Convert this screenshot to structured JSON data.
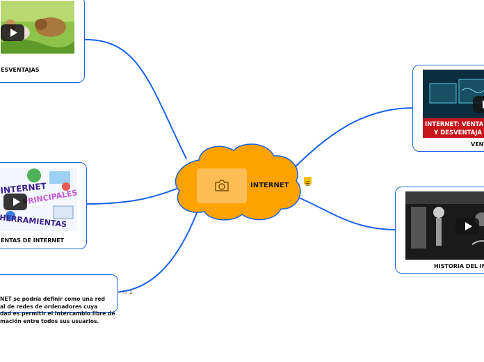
{
  "central": {
    "title": "INTERNET",
    "image_icon": "camera-icon",
    "note_icon": "list-note-icon",
    "fill": "#ffa200",
    "stroke": "#1a63e8"
  },
  "topics": {
    "top_left": {
      "label": "ESVENTAJAS",
      "icon": "play-icon"
    },
    "mid_left": {
      "label": "ENTAS DE INTERNET",
      "icon": "play-icon",
      "thumb_text": [
        "INTERNET",
        "PRINCIPALES",
        "HERRAMIENTAS"
      ]
    },
    "bottom_left": {
      "text_lines": [
        "NET se podría definir como una red",
        "al de redes de ordenadores cuya",
        "dad es permitir el intercambio libre de",
        "mación entre todos sus usuarios."
      ],
      "comment_icon": "comment-icon",
      "comment_count": "1"
    },
    "right_top": {
      "label": "VENT",
      "icon": "play-icon",
      "thumb_text": [
        "INTERNET: VENTA",
        "Y DESVENTAJA"
      ]
    },
    "right_bottom": {
      "label": "HISTORIA DEL INTE",
      "icon": "play-icon"
    }
  },
  "colors": {
    "connector": "#1a63e8",
    "cloud": "#ffa200",
    "camera_box": "#ffbe55",
    "thumb_red": "#c8151b"
  }
}
